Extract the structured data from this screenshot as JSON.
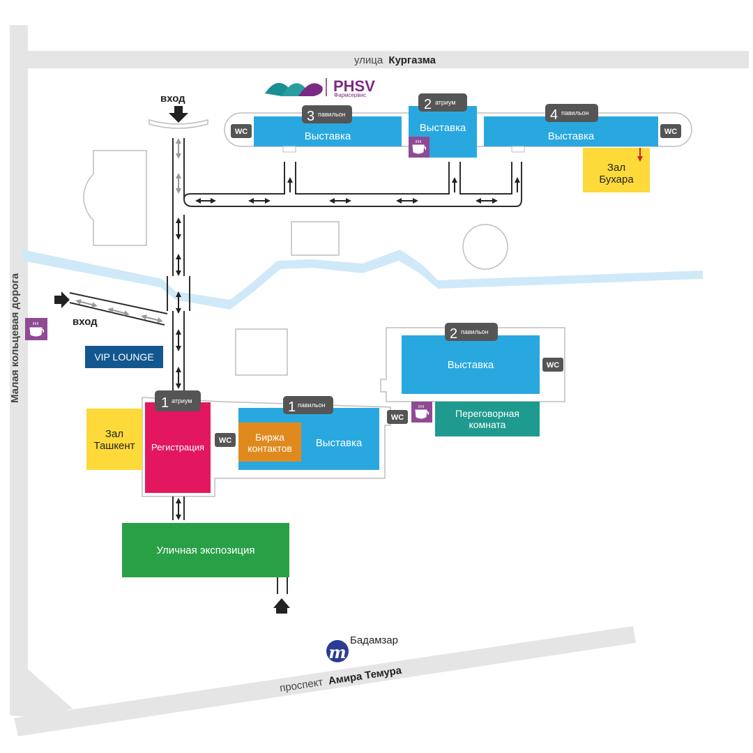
{
  "roads": {
    "top_prefix": "улица",
    "top_name": "Кургазма",
    "left": "Малая кольцевая дорога",
    "bottom_prefix": "проспект",
    "bottom_name": "Амира Темура"
  },
  "metro": {
    "name": "Бадамзар",
    "symbol": "m"
  },
  "entrances": {
    "top": "вход",
    "left": "вход"
  },
  "logo": {
    "brand": "PHSV",
    "subtitle": "Фармсервис"
  },
  "pavilions": {
    "pav3": {
      "number": "3",
      "kind": "павильон",
      "label": "Выставка"
    },
    "atr2": {
      "number": "2",
      "kind": "атриум",
      "label": "Выставка"
    },
    "pav4": {
      "number": "4",
      "kind": "павильон",
      "label": "Выставка"
    },
    "pav2": {
      "number": "2",
      "kind": "павильон",
      "label": "Выставка"
    },
    "pav1": {
      "number": "1",
      "kind": "павильон",
      "label": "Выставка"
    },
    "atr1": {
      "number": "1",
      "kind": "атриум",
      "label": "Регистрация"
    }
  },
  "rooms": {
    "bukhara_line1": "Зал",
    "bukhara_line2": "Бухара",
    "tashkent_line1": "Зал",
    "tashkent_line2": "Ташкент",
    "birzha_line1": "Биржа",
    "birzha_line2": "контактов",
    "negot_line1": "Переговорная",
    "negot_line2": "комната",
    "street_expo": "Уличная экспозиция",
    "vip": "VIP LOUNGE"
  },
  "wc_label": "WC",
  "colors": {
    "road": "#e5e5e5",
    "water": "#cfe9f8",
    "exhibit": "#29a8e0",
    "registration": "#e3175f",
    "hall_yellow": "#fdd93a",
    "birzha": "#e08a1e",
    "negotiation": "#1f9a8e",
    "street_expo": "#2aa046",
    "vip": "#13578f",
    "badge": "#555555",
    "coffee": "#8e4b94",
    "metro": "#2a3c93"
  }
}
